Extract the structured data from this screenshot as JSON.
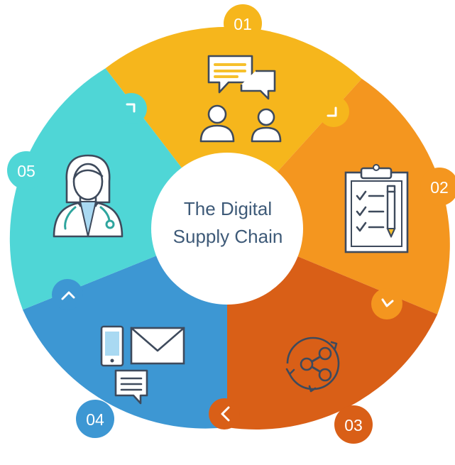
{
  "center": {
    "line1": "The Digital",
    "line2": "Supply Chain"
  },
  "segments": [
    {
      "number": "01",
      "color": "#f6b61c",
      "icon": "conversation-people-icon"
    },
    {
      "number": "02",
      "color": "#f4961f",
      "icon": "clipboard-checklist-icon"
    },
    {
      "number": "03",
      "color": "#d95f17",
      "icon": "share-network-icon"
    },
    {
      "number": "04",
      "color": "#3d97d3",
      "icon": "phone-mail-chat-icon"
    },
    {
      "number": "05",
      "color": "#4fd6d6",
      "icon": "doctor-icon"
    }
  ]
}
